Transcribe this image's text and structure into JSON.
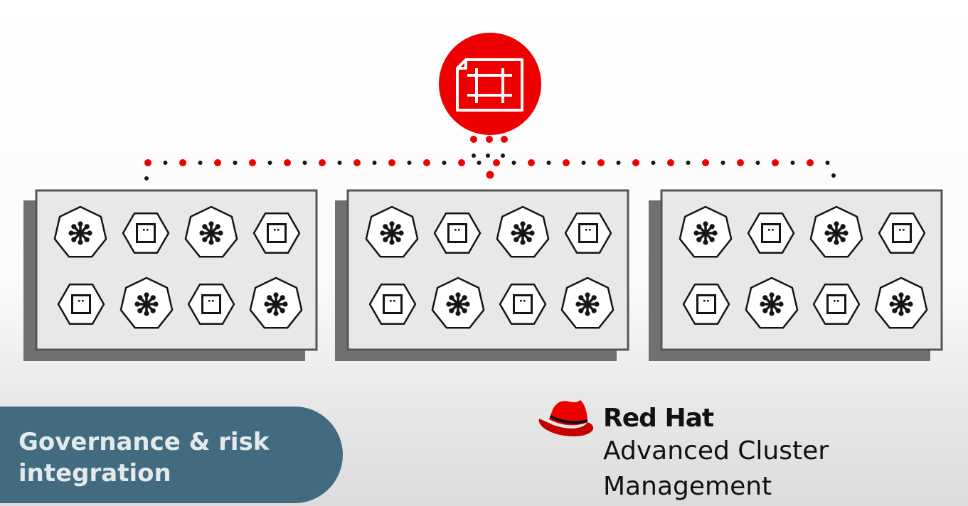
{
  "caption": {
    "text": "Governance & risk\nintegration"
  },
  "brand": {
    "name": "Red Hat",
    "product_line1": "Advanced Cluster",
    "product_line2": "Management"
  },
  "colors": {
    "red": "#ee0000",
    "dark": "#151515",
    "panel": "#e8e8e8",
    "panel_border": "#555555",
    "caption_bg": "#426b80"
  },
  "hub": {
    "icon": "cluster-manager-icon"
  },
  "clusters": [
    {
      "rows": [
        [
          "kubernetes",
          "container",
          "kubernetes",
          "container"
        ],
        [
          "container",
          "kubernetes",
          "container",
          "kubernetes"
        ]
      ]
    },
    {
      "rows": [
        [
          "kubernetes",
          "container",
          "kubernetes",
          "container"
        ],
        [
          "container",
          "kubernetes",
          "container",
          "kubernetes"
        ]
      ]
    },
    {
      "rows": [
        [
          "kubernetes",
          "container",
          "kubernetes",
          "container"
        ],
        [
          "container",
          "kubernetes",
          "container",
          "kubernetes"
        ]
      ]
    }
  ]
}
